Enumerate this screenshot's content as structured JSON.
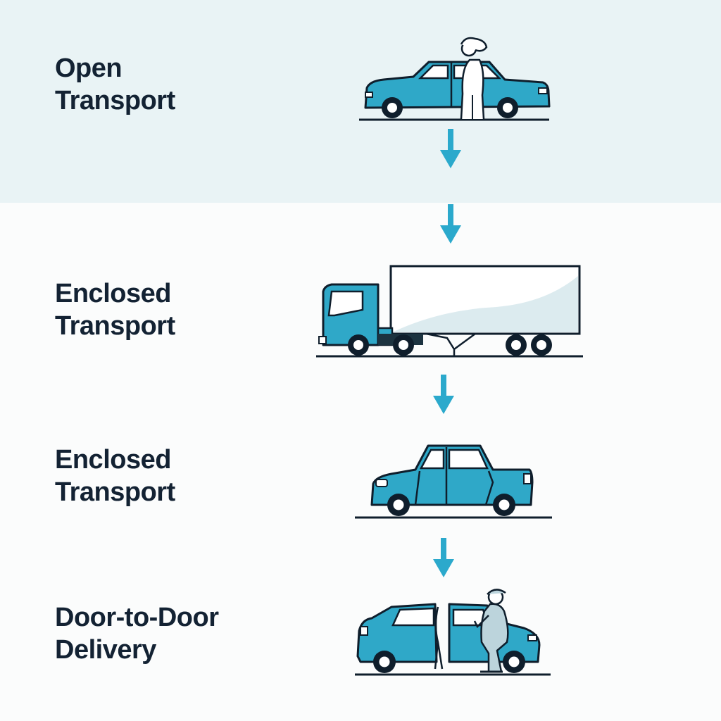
{
  "colors": {
    "vehicle_fill": "#2fa8c8",
    "outline": "#0f1e2c",
    "arrow": "#2ba9cc",
    "top_band": "#e9f3f5",
    "trailer_fill": "#ffffff"
  },
  "steps": [
    {
      "line1": "Open",
      "line2": "Transport",
      "illustration": "sedan-with-person"
    },
    {
      "line1": "Enclosed",
      "line2": "Transport",
      "illustration": "box-truck"
    },
    {
      "line1": "Enclosed",
      "line2": "Transport",
      "illustration": "sedan"
    },
    {
      "line1": "Door-to-Door",
      "line2": "Delivery",
      "illustration": "hatchback-with-person"
    }
  ]
}
